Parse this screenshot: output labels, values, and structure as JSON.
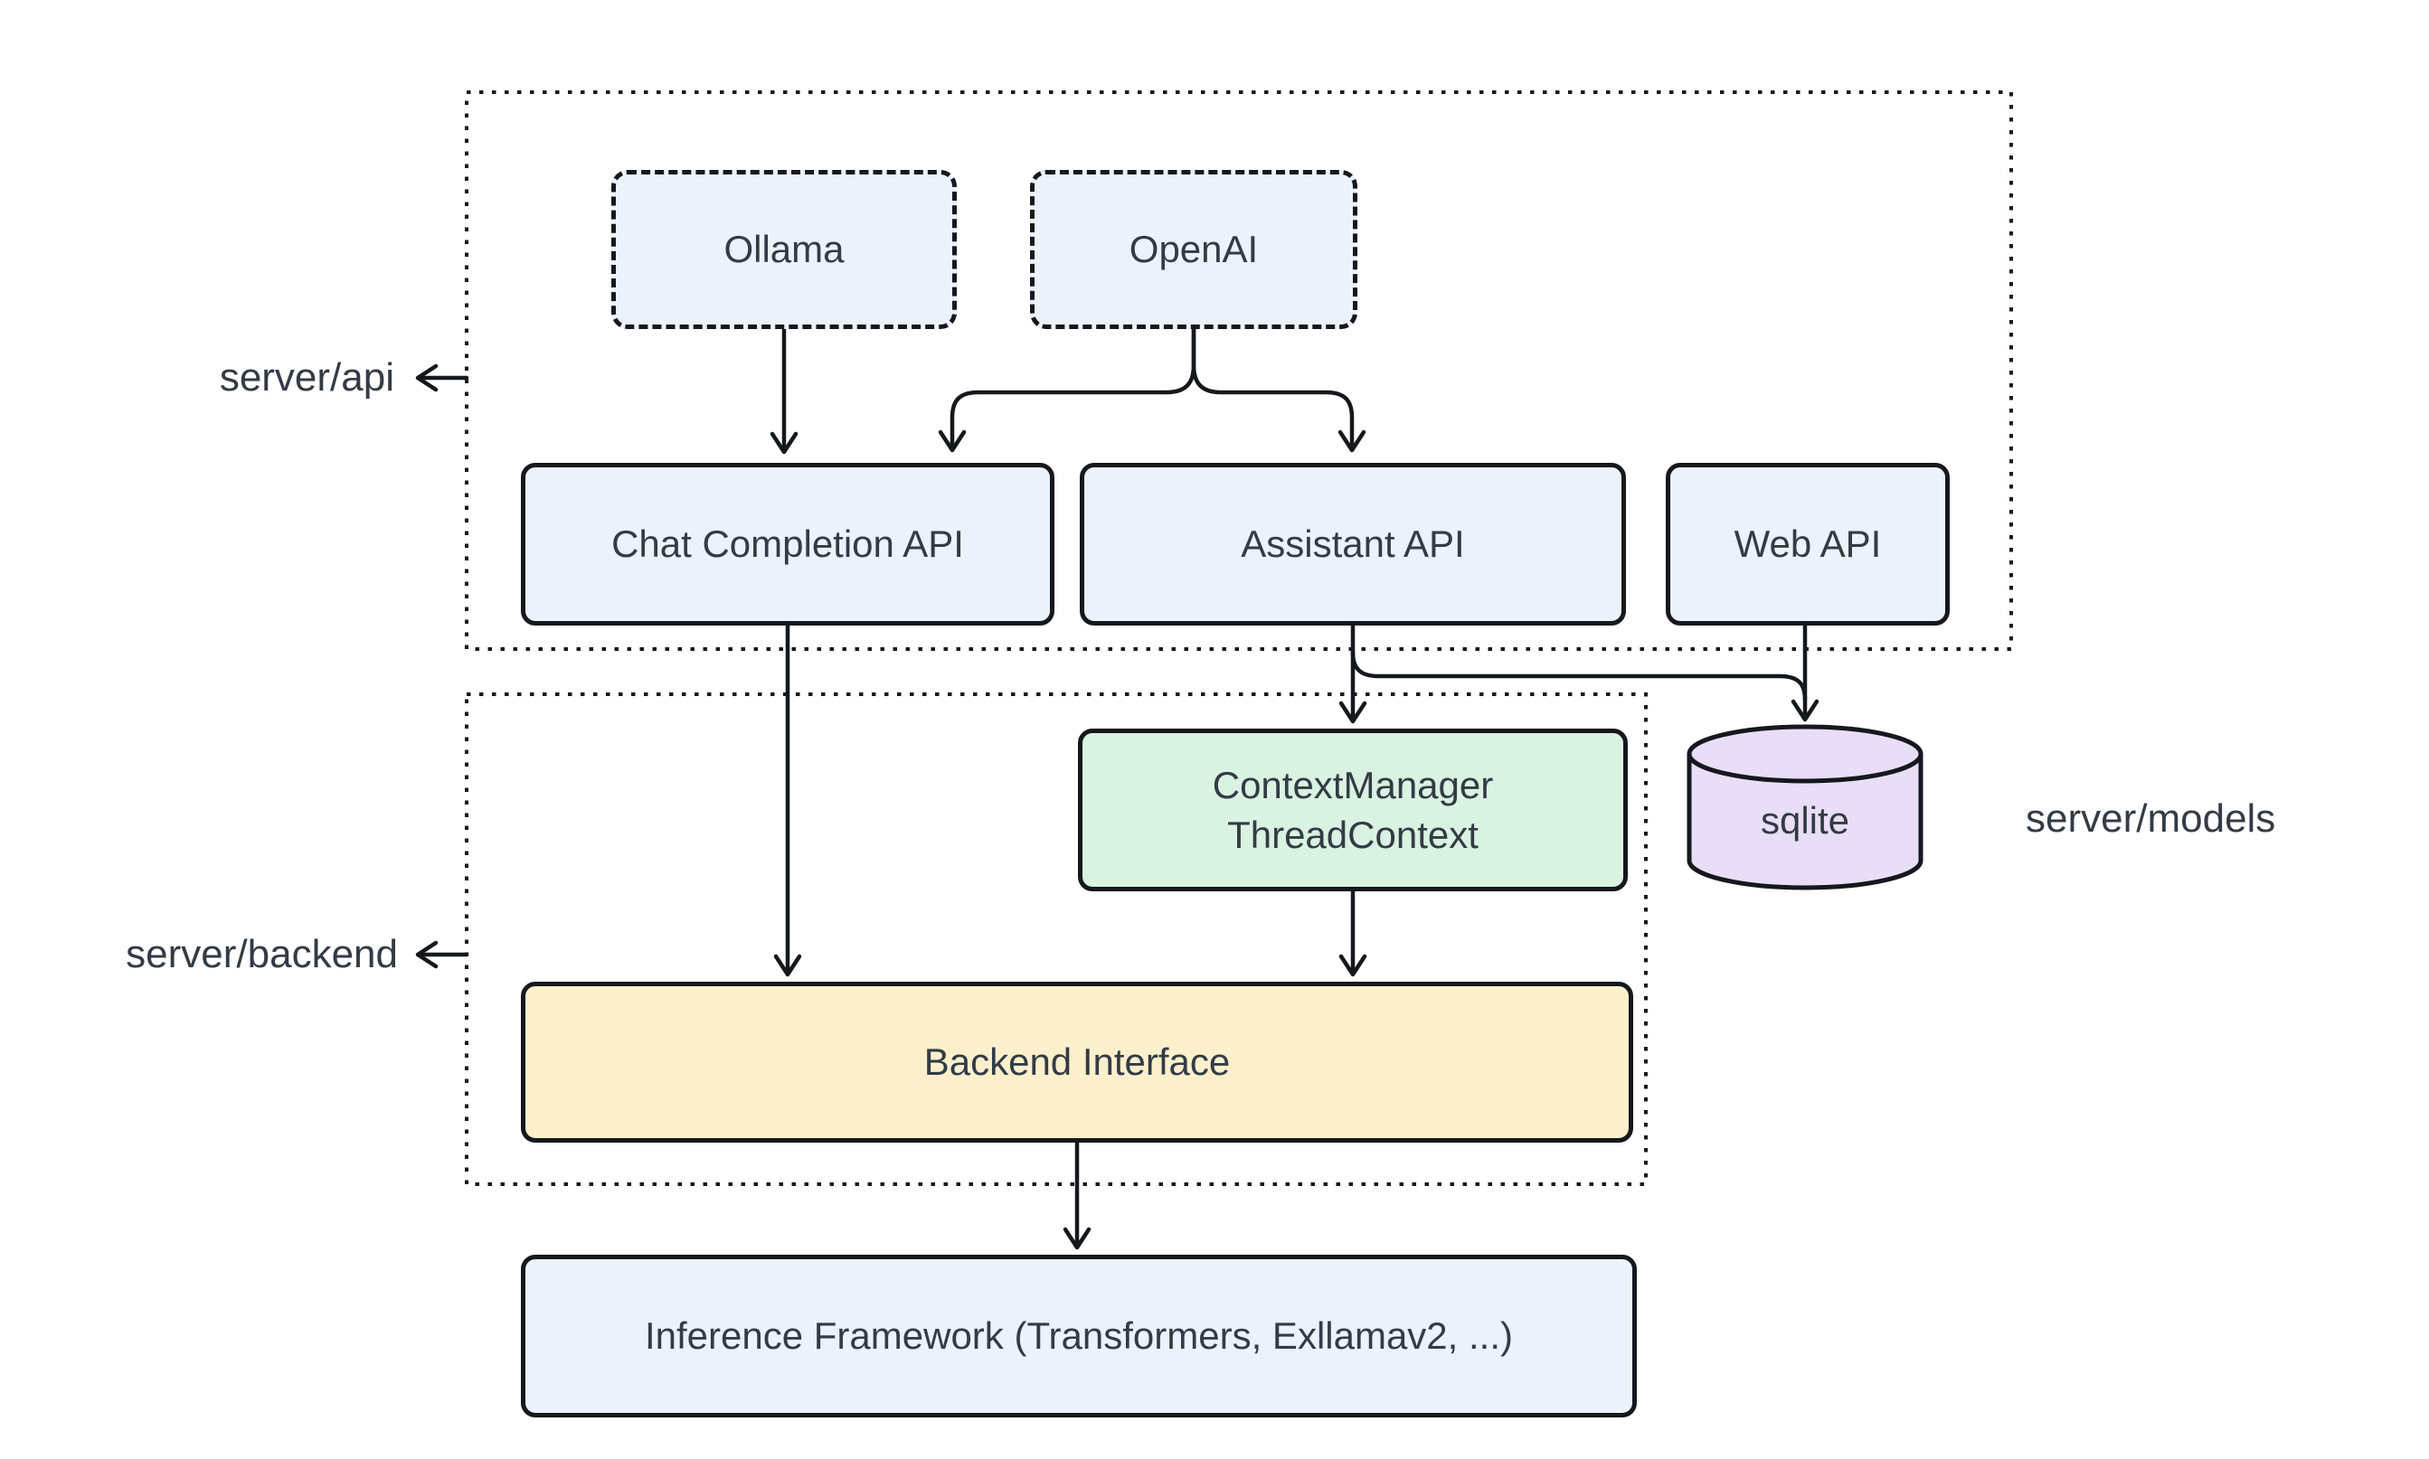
{
  "diagram": {
    "background_color": "#ffffff",
    "colors": {
      "node_blue": "#ecf2fb",
      "node_green": "#d9f2e1",
      "node_yellow": "#fcf0cc",
      "node_purple": "#e9def7",
      "stroke": "#15181c",
      "text": "#333b45"
    },
    "containers": {
      "api": {
        "label": "server/api"
      },
      "backend": {
        "label": "server/backend"
      },
      "models": {
        "label": "server/models"
      }
    },
    "nodes": {
      "ollama": {
        "label": "Ollama"
      },
      "openai": {
        "label": "OpenAI"
      },
      "chat_completion_api": {
        "label": "Chat Completion API"
      },
      "assistant_api": {
        "label": "Assistant API"
      },
      "web_api": {
        "label": "Web API"
      },
      "context_manager": {
        "label_line1": "ContextManager",
        "label_line2": "ThreadContext"
      },
      "sqlite": {
        "label": "sqlite"
      },
      "backend_interface": {
        "label": "Backend Interface"
      },
      "inference_framework": {
        "label": "Inference Framework (Transformers, Exllamav2, ...)"
      }
    },
    "edges": [
      {
        "from": "Ollama",
        "to": "Chat Completion API"
      },
      {
        "from": "OpenAI",
        "to": "Chat Completion API"
      },
      {
        "from": "OpenAI",
        "to": "Assistant API"
      },
      {
        "from": "Chat Completion API",
        "to": "Backend Interface"
      },
      {
        "from": "Assistant API",
        "to": "ContextManager ThreadContext"
      },
      {
        "from": "Assistant API",
        "to": "sqlite"
      },
      {
        "from": "Web API",
        "to": "sqlite"
      },
      {
        "from": "ContextManager ThreadContext",
        "to": "Backend Interface"
      },
      {
        "from": "Backend Interface",
        "to": "Inference Framework (Transformers, Exllamav2, ...)"
      }
    ]
  }
}
